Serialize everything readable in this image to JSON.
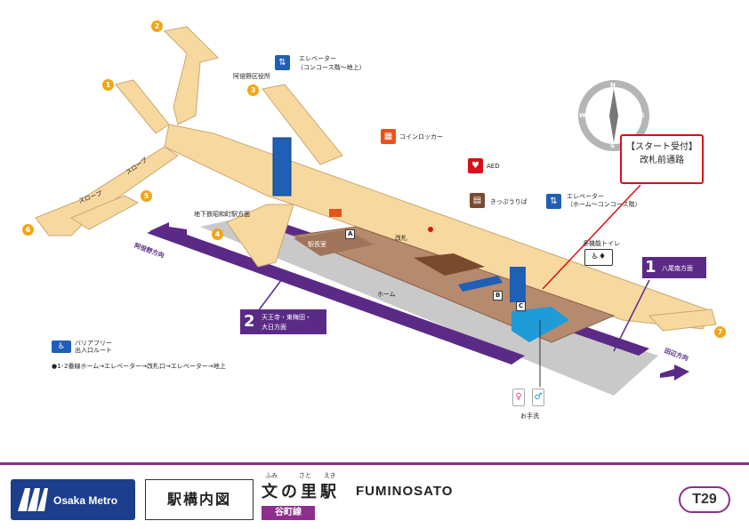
{
  "exits": [
    {
      "num": "1"
    },
    {
      "num": "2"
    },
    {
      "num": "3"
    },
    {
      "num": "4"
    },
    {
      "num": "5"
    },
    {
      "num": "6"
    },
    {
      "num": "7"
    }
  ],
  "labels": {
    "elevator_top": "エレベーター",
    "elevator_top_sub": "（コンコース階～地上）",
    "ward_office": "阿倍野区役所",
    "coin_locker": "コインロッカー",
    "aed": "AED",
    "ticket": "きっぷうりば",
    "elevator_mid": "エレベーター",
    "elevator_mid_sub": "（ホーム～コンコース階）",
    "multi_toilet": "多機能トイレ",
    "subway_exit": "地下鉄昭和町駅方面",
    "station_office": "駅長室",
    "gate": "改札",
    "home": "ホーム",
    "slope1": "スロープ",
    "slope2": "スロープ",
    "to_abeno": "阿倍野方向",
    "to_tanabe": "田辺方向",
    "restroom": "お手洗",
    "letter_a": "A",
    "letter_b": "B",
    "letter_c": "C"
  },
  "callout": {
    "line1": "【スタート受付】",
    "line2": "改札前通路"
  },
  "compass": {
    "n": "N",
    "s": "S",
    "e": "E",
    "w": "W"
  },
  "direction_1": {
    "num": "1",
    "text": "八尾南方面"
  },
  "direction_2": {
    "num": "2",
    "line1": "天王寺・東梅田・",
    "line2": "大日方面"
  },
  "barrier_free": {
    "title": "バリアフリー",
    "subtitle": "出入口ルート",
    "route": "●1･2番線ホーム→エレベーター→改札口→エレベーター→地上"
  },
  "footer": {
    "logo_text": "Osaka Metro",
    "label": "駅構内図",
    "station_name": "文の里駅",
    "ruby_1": "ふみ",
    "ruby_2": "さと",
    "ruby_3": "えき",
    "station_en": "FUMINOSATO",
    "line_name": "谷町線",
    "station_code": "T29"
  },
  "colors": {
    "concourse": "#f7d9a0",
    "platform": "#b58a6e",
    "track": "#5b2a86",
    "exit_badge": "#f2a516",
    "elevator_blue": "#1f5fb5",
    "accent_red": "#d9101a",
    "metro_purple": "#8f2f8c"
  }
}
